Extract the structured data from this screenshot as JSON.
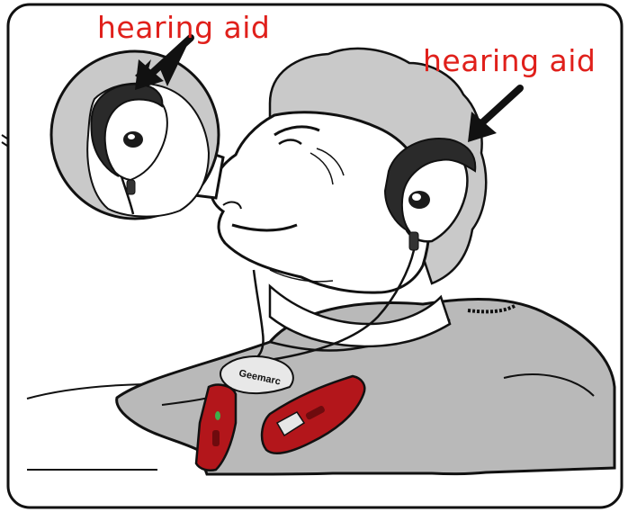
{
  "labels": {
    "left": "hearing aid",
    "right": "hearing aid"
  },
  "device": {
    "brand_mark": "Geemarc"
  },
  "colors": {
    "label_red": "#e0201b",
    "device_red": "#b3161b",
    "shirt_gray": "#b9b9b9",
    "hair_gray": "#c9c9c9",
    "outline": "#111111"
  },
  "icons": {
    "left_arrow": "pointer-arrow",
    "right_arrow": "pointer-arrow"
  }
}
